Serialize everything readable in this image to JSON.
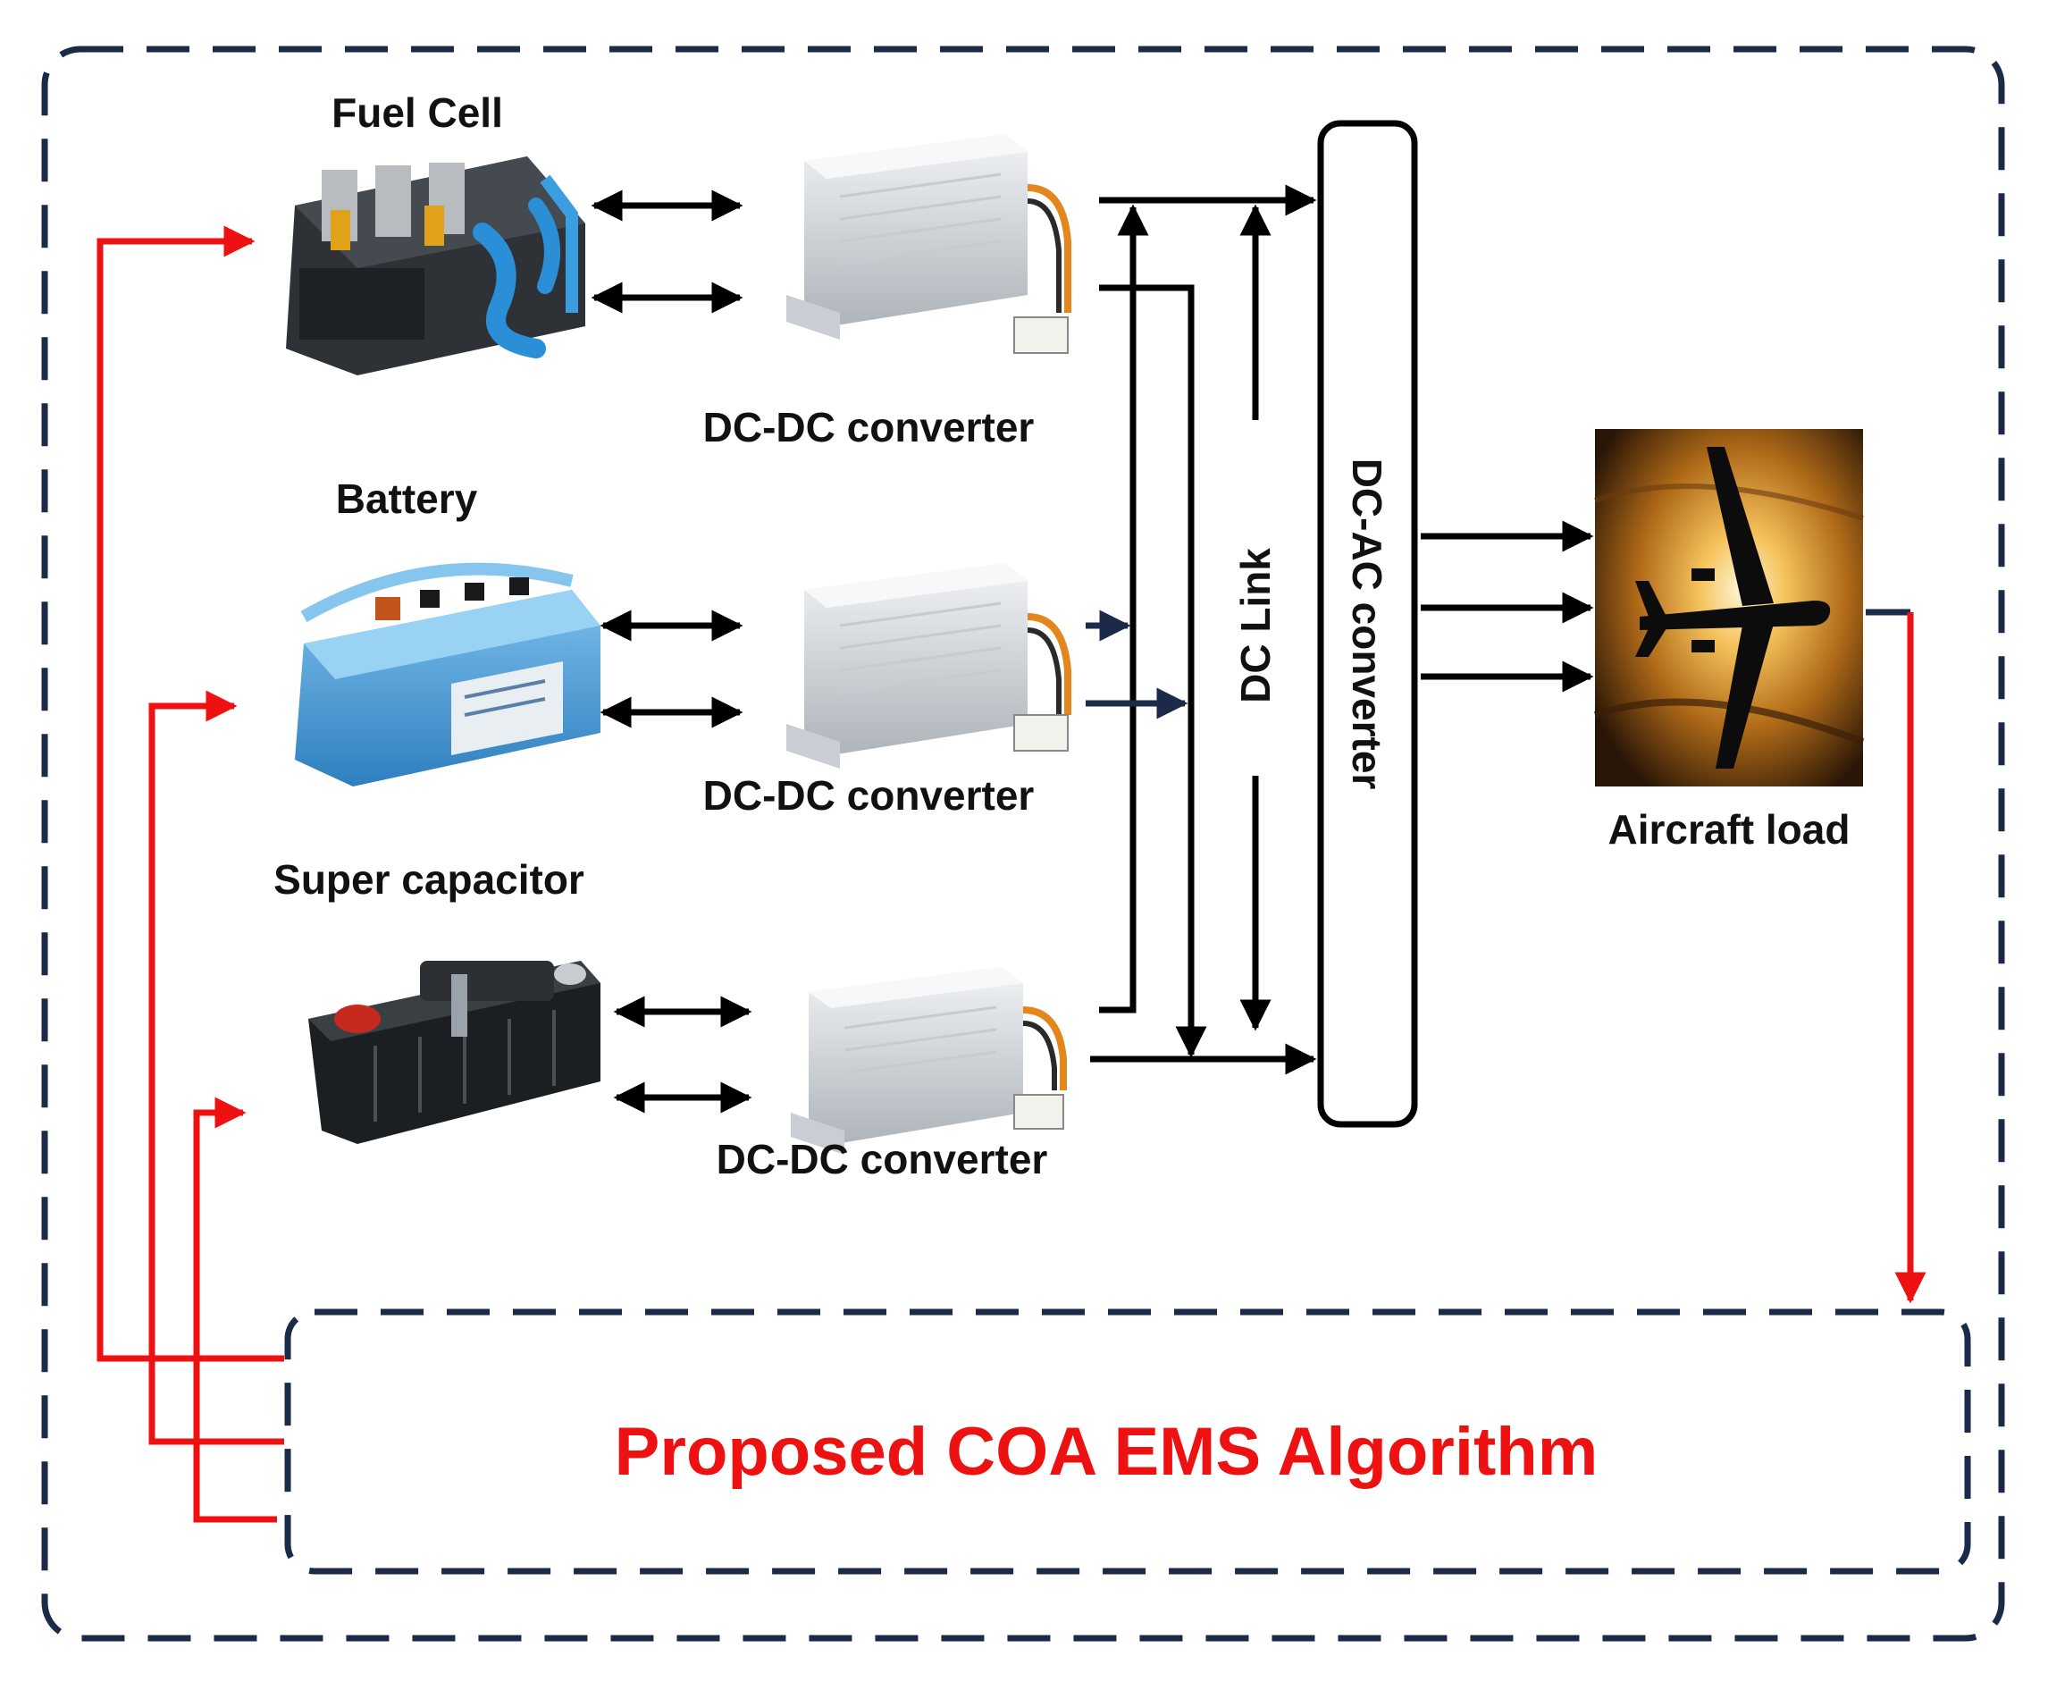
{
  "labels": {
    "fuel_cell": "Fuel Cell",
    "battery": "Battery",
    "super_capacitor": "Super capacitor",
    "dcdc_1": "DC-DC converter",
    "dcdc_2": "DC-DC converter",
    "dcdc_3": "DC-DC converter",
    "dc_link": "DC Link",
    "dcac": "DC-AC converter",
    "aircraft_load": "Aircraft load",
    "ems": "Proposed COA EMS Algorithm"
  },
  "colors": {
    "frame_dash": "#1c2a4a",
    "control_line": "#ee1111",
    "power_line": "#000000",
    "ems_text": "#ee1111",
    "battery_body": "#4a9fd8",
    "converter_body": "#d9dde2",
    "fuel_cell_body": "#2e3236"
  },
  "icons": {
    "fuel_cell": "fuel-cell-image",
    "battery": "battery-image",
    "super_capacitor": "super-capacitor-image",
    "converter": "dc-dc-converter-image",
    "aircraft": "aircraft-silhouette-image"
  }
}
